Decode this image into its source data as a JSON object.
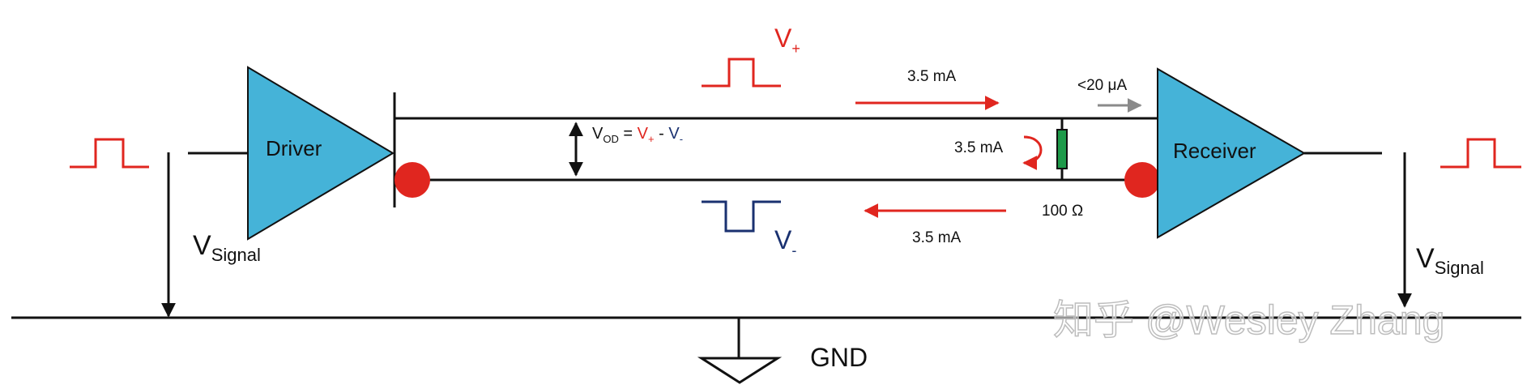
{
  "blocks": {
    "driver": "Driver",
    "receiver": "Receiver"
  },
  "labels": {
    "v_plus": "V",
    "v_plus_sub": "+",
    "v_minus": "V",
    "v_minus_sub": "-",
    "vod_v": "V",
    "vod_sub": "OD",
    "vod_eq": " = ",
    "vod_vp": "V",
    "vod_vp_sub": "+",
    "vod_dash": " - ",
    "vod_vm": "V",
    "vod_vm_sub": "-",
    "current_top": "3.5 mA",
    "current_loop": "3.5 mA",
    "current_bottom": "3.5 mA",
    "receiver_current": "<20 μA",
    "resistor": "100 Ω",
    "vsignal_left": "V",
    "vsignal_left_sub": "Signal",
    "vsignal_right": "V",
    "vsignal_right_sub": "Signal",
    "gnd": "GND",
    "watermark": "知乎 @Wesley Zhang"
  },
  "colors": {
    "amplifier_fill": "#45b3d8",
    "positive_red": "#e0261f",
    "negative_navy": "#1a3170",
    "resistor_green": "#1e9a4a",
    "line_black": "#111111",
    "arrow_gray": "#8a8a8a"
  }
}
